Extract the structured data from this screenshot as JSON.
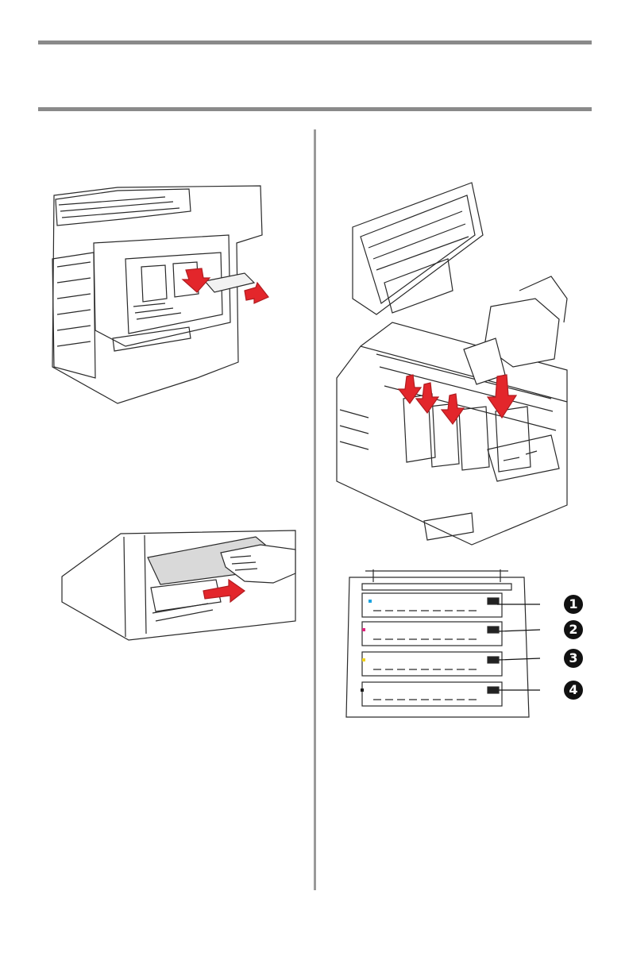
{
  "colors": {
    "rule": "#8a8a8a",
    "arrow": "#e3262b",
    "line_art": "#2a2a2a",
    "cyan": "#1aa3e0",
    "magenta": "#e0237c",
    "yellow": "#f2d21a",
    "black": "#1a1a1a"
  },
  "figures": {
    "rear_exit": {
      "icon": "printer-rear-exit-illustration"
    },
    "paper_removal": {
      "icon": "hand-pulling-paper-illustration"
    },
    "top_open": {
      "icon": "printer-top-open-drum-insert-illustration"
    },
    "drum_layout": {
      "icon": "drum-cartridge-order-illustration",
      "callouts": [
        "1",
        "2",
        "3",
        "4"
      ]
    }
  }
}
